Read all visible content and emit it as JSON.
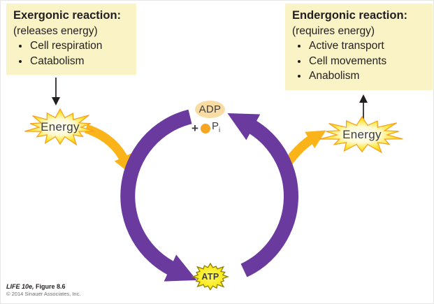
{
  "boxes": {
    "exergonic": {
      "title": "Exergonic reaction:",
      "subtitle": "(releases energy)",
      "items": [
        "Cell respiration",
        "Catabolism"
      ]
    },
    "endergonic": {
      "title": "Endergonic reaction:",
      "subtitle": "(requires energy)",
      "items": [
        "Active transport",
        "Cell movements",
        "Anabolism"
      ]
    }
  },
  "cycle": {
    "adp_label": "ADP",
    "atp_label": "ATP",
    "phosphate": {
      "plus": "+",
      "symbol": "P",
      "subscript": "i"
    },
    "energy_left": "Energy",
    "energy_right": "Energy"
  },
  "colors": {
    "cycle_purple": "#6A3A9E",
    "energy_gold": "#FBB31A",
    "note_box_bg": "#FAF3C6",
    "adp_oval": "#F8DCA4",
    "phosphate_orange": "#F6A623",
    "starburst_yellow": "#FFD91E",
    "atp_yellow": "#F9ED1F",
    "text_dark": "#231F20"
  },
  "credit": {
    "book": "LIFE 10e,",
    "figure": "Figure 8.6",
    "copyright": "© 2014 Sinauer Associates, Inc."
  }
}
